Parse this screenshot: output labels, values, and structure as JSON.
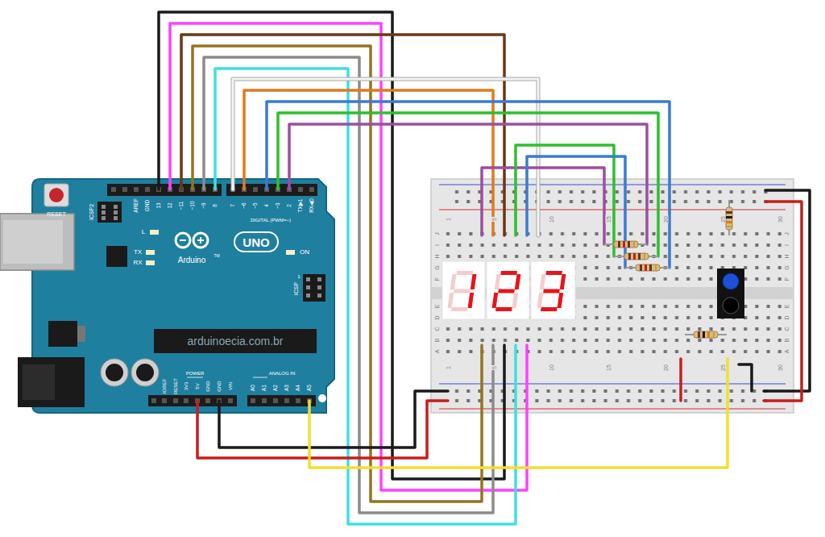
{
  "diagram": {
    "labels": [
      "RESET",
      "ICSP2",
      "AREF",
      "GND",
      "13",
      "12",
      "~11",
      "~10",
      "~9",
      "8",
      "7",
      "~6",
      "~5",
      "4",
      "~3",
      "2",
      "TX▶1",
      "RX◀0",
      "DIGITAL (PWM=~)",
      "L",
      "TX",
      "RX",
      "Arduino",
      "TM",
      "UNO",
      "ON",
      "ICSP",
      "1",
      "arduinoecia.com.br",
      "IOREF",
      "RESET",
      "3V3",
      "5V",
      "GND",
      "GND",
      "VIN",
      "POWER",
      "ANALOG IN",
      "A0",
      "A1",
      "A2",
      "A3",
      "A4",
      "A5",
      "1",
      "5",
      "10",
      "15",
      "20",
      "25",
      "30",
      "1",
      "5",
      "10",
      "15",
      "20",
      "25",
      "30",
      "J",
      "I",
      "H",
      "G",
      "F",
      "E",
      "D",
      "C",
      "B",
      "A",
      "J",
      "I",
      "H",
      "G",
      "F",
      "E",
      "D",
      "C",
      "B",
      "A"
    ]
  }
}
